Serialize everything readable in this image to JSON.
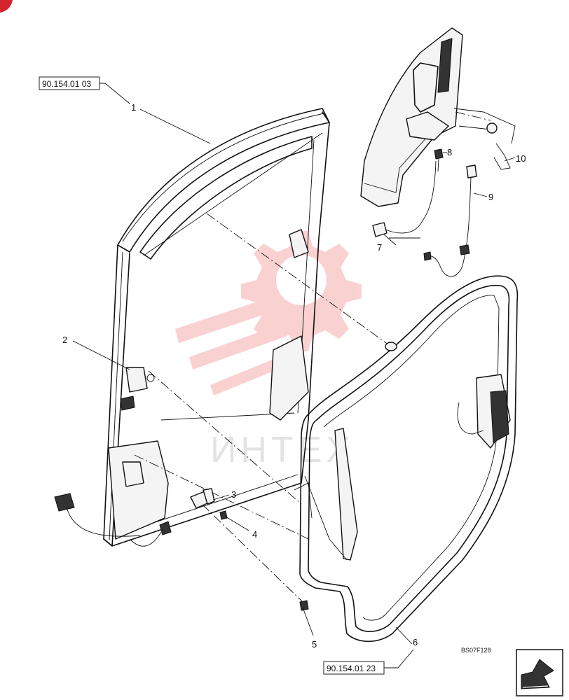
{
  "references": {
    "top": "90.154.01 03",
    "bottom": "90.154.01 23"
  },
  "callouts": [
    {
      "id": "1",
      "label": "1"
    },
    {
      "id": "2",
      "label": "2"
    },
    {
      "id": "3",
      "label": "3"
    },
    {
      "id": "4",
      "label": "4"
    },
    {
      "id": "5",
      "label": "5"
    },
    {
      "id": "6",
      "label": "6"
    },
    {
      "id": "7",
      "label": "7"
    },
    {
      "id": "8",
      "label": "8"
    },
    {
      "id": "9",
      "label": "9"
    },
    {
      "id": "10",
      "label": "10"
    }
  ],
  "drawing_code": "BS07F128",
  "watermark_text": "ИНТЕХ",
  "colors": {
    "line": "#111111",
    "watermark": "#e8342c",
    "corner_mark": "#d4242b"
  },
  "icons": [
    "next-page-arrow-icon",
    "watermark-gear-logo"
  ]
}
